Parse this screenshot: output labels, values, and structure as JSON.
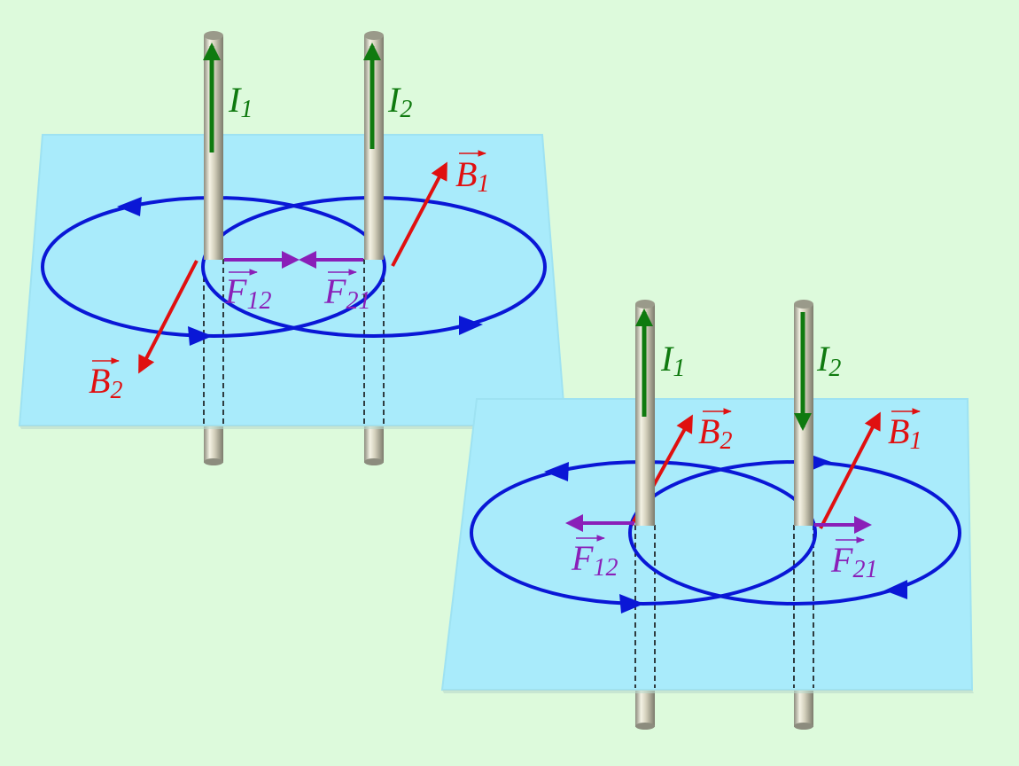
{
  "colors": {
    "background": "#ddfadc",
    "plane": "#a9ebfb",
    "field_line": "#0a17d6",
    "current": "#0f7a0f",
    "magnetic_field": "#e01010",
    "force": "#8a1fb8"
  },
  "left_figure": {
    "current_1": {
      "symbol": "I",
      "sub": "1"
    },
    "current_2": {
      "symbol": "I",
      "sub": "2"
    },
    "field_1": {
      "symbol": "B",
      "sub": "1"
    },
    "field_2": {
      "symbol": "B",
      "sub": "2"
    },
    "force_12": {
      "symbol": "F",
      "sub": "12"
    },
    "force_21": {
      "symbol": "F",
      "sub": "21"
    }
  },
  "right_figure": {
    "current_1": {
      "symbol": "I",
      "sub": "1"
    },
    "current_2": {
      "symbol": "I",
      "sub": "2"
    },
    "field_1": {
      "symbol": "B",
      "sub": "1"
    },
    "field_2": {
      "symbol": "B",
      "sub": "2"
    },
    "force_12": {
      "symbol": "F",
      "sub": "12"
    },
    "force_21": {
      "symbol": "F",
      "sub": "21"
    }
  }
}
